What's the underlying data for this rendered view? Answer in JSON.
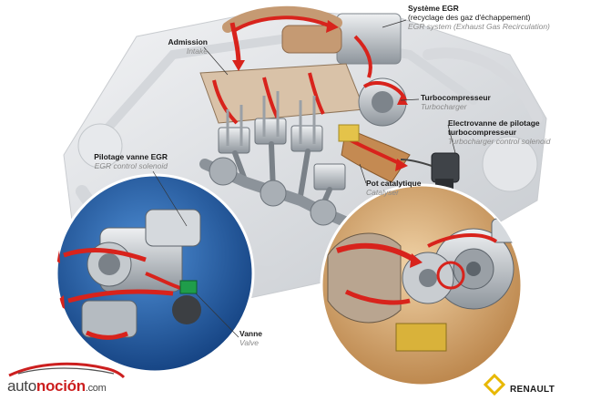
{
  "labels": {
    "egr_system": {
      "fr": "Système EGR",
      "fr2": "(recyclage des gaz d'échappement)",
      "en": "EGR system (Exhaust Gas Recirculation)"
    },
    "intake": {
      "fr": "Admission",
      "en": "Intake"
    },
    "turbocharger": {
      "fr": "Turbocompresseur",
      "en": "Turbocharger"
    },
    "turbo_solenoid": {
      "fr": "Electrovanne de pilotage",
      "fr2": "turbocompresseur",
      "en": "Turbocharger control solenoid"
    },
    "egr_valve_control": {
      "fr": "Pilotage vanne EGR",
      "en": "EGR control solenoid"
    },
    "catalyser": {
      "fr": "Pot catalytique",
      "en": "Catalyser"
    },
    "valve": {
      "fr": "Vanne",
      "en": "Valve"
    }
  },
  "branding": {
    "site_logo_a": "auto",
    "site_logo_b": "noción",
    "site_logo_c": ".com",
    "renault_word": "RENAULT"
  },
  "colors": {
    "gas_flow": "#d8231c",
    "circle_bg": "#1f5ea8",
    "metal": "#b9bec4",
    "exhaust_copper": "#c48a52",
    "engine_ghost": "#e3e5e8"
  }
}
